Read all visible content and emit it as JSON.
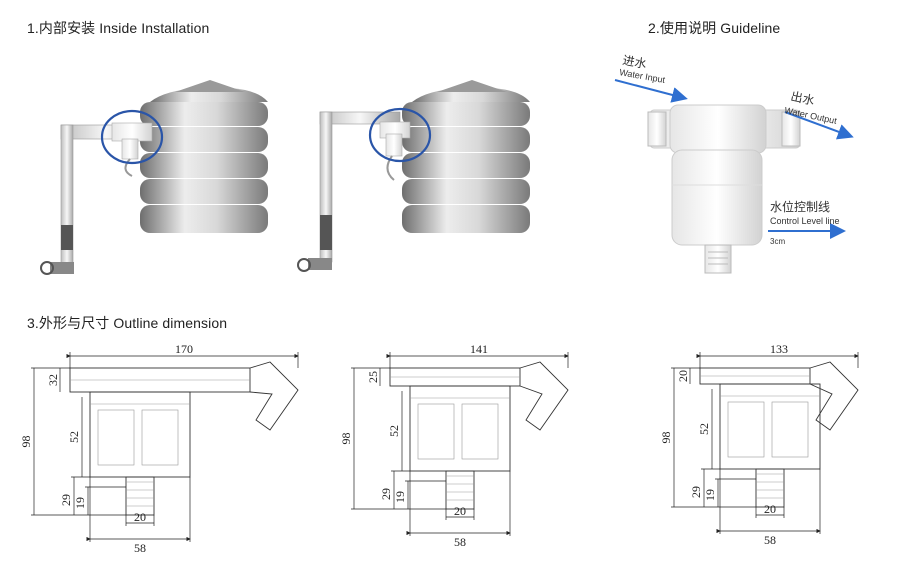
{
  "sections": {
    "inside_installation": "1.内部安装 Inside Installation",
    "guideline": "2.使用说明 Guideline",
    "outline_dimension": "3.外形与尺寸 Outline dimension"
  },
  "guideline_labels": {
    "water_input_cn": "进水",
    "water_input_en": "Water Input",
    "water_output_cn": "出水",
    "water_output_en": "Water Output",
    "control_level_cn": "水位控制线",
    "control_level_en": "Control Level line",
    "control_level_dist": "3cm"
  },
  "dimensions": [
    {
      "length": "170",
      "top_h": "32",
      "total_h": "98",
      "mid_h": "52",
      "low_h": "29",
      "thread_h": "19",
      "thread_w": "20",
      "base_w": "58"
    },
    {
      "length": "141",
      "top_h": "25",
      "total_h": "98",
      "mid_h": "52",
      "low_h": "29",
      "thread_h": "19",
      "thread_w": "20",
      "base_w": "58"
    },
    {
      "length": "133",
      "top_h": "20",
      "total_h": "98",
      "mid_h": "52",
      "low_h": "29",
      "thread_h": "19",
      "thread_w": "20",
      "base_w": "58"
    }
  ],
  "colors": {
    "arrow": "#2f6fd0",
    "circle": "#2a55a8",
    "tank": "#b4b4b4"
  }
}
